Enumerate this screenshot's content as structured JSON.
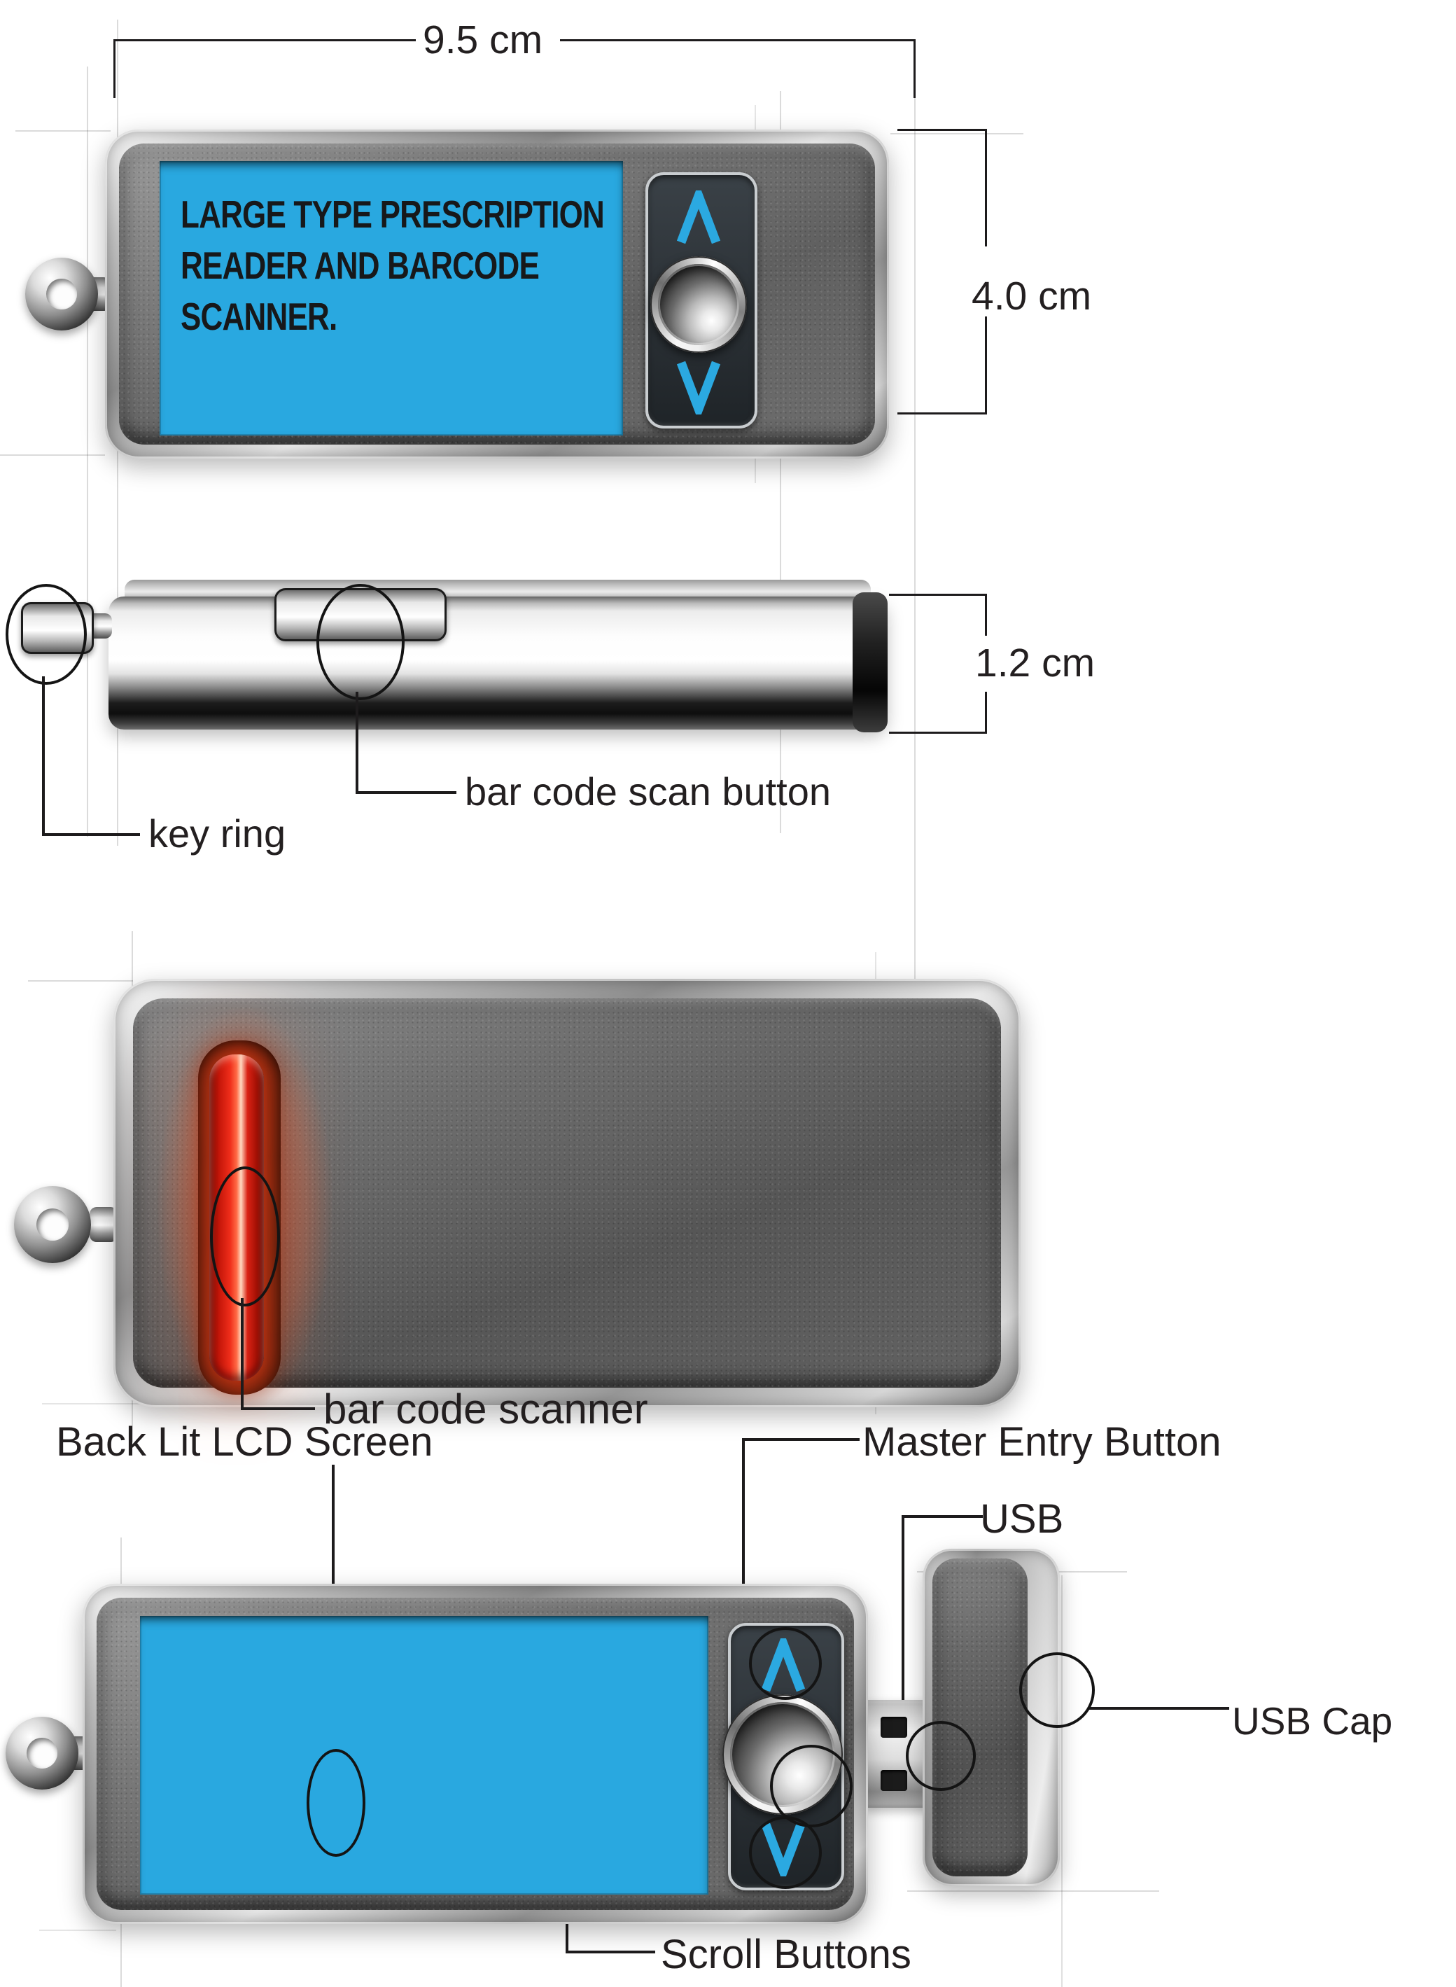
{
  "dimensions": {
    "width": "9.5 cm",
    "height": "4.0 cm",
    "thickness": "1.2 cm"
  },
  "screen": {
    "lines": [
      "LARGE TYPE PRESCRIPTION",
      "READER AND BARCODE",
      "SCANNER."
    ]
  },
  "labels": {
    "scan_button": "bar code scan button",
    "key_ring": "key ring",
    "scanner": "bar code scanner",
    "lcd": "Back Lit LCD Screen",
    "master": "Master Entry Button",
    "usb": "USB",
    "usb_cap": "USB Cap",
    "scroll": "Scroll Buttons"
  },
  "colors": {
    "lcd_blue": "#29A8E0",
    "chevron_blue": "#2BA9E1",
    "scanner_red": "#E8281C",
    "label_ink": "#231F20"
  }
}
